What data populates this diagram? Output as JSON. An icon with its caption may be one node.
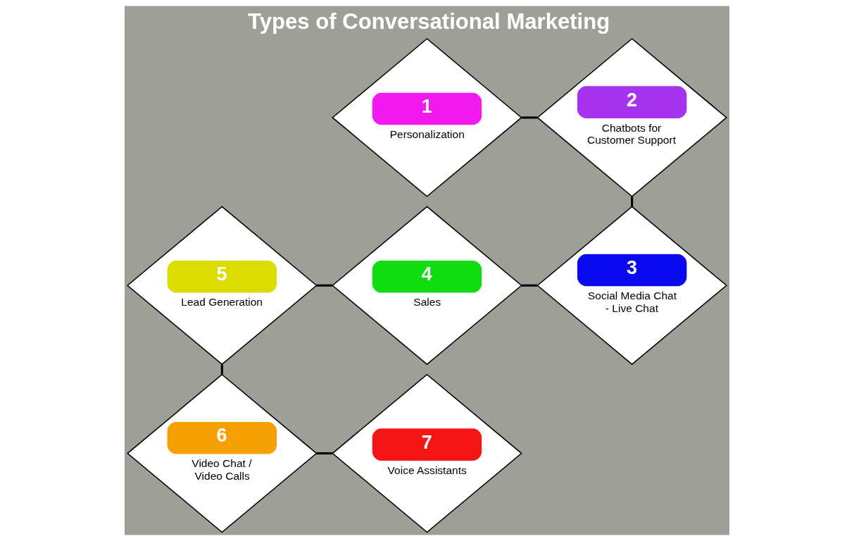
{
  "diagram": {
    "title": "Types of Conversational Marketing",
    "nodes": [
      {
        "text": [
          "1",
          "Personalization"
        ]
      },
      {
        "text": [
          "2",
          "Chatbots for Customer Support"
        ]
      },
      {
        "text": [
          "5",
          "Lead Generation"
        ]
      },
      {
        "text": [
          "4",
          "Sales"
        ]
      },
      {
        "text": [
          "3",
          "Social Media Chat - Live Chat"
        ]
      },
      {
        "text": [
          "6",
          "Video Chat / Video Calls"
        ]
      },
      {
        "text": [
          "7",
          "Voice Assistants"
        ]
      }
    ],
    "edges": [
      {
        "from": 0,
        "to": 1,
        "arrow": "none"
      },
      {
        "from": 1,
        "to": 4,
        "arrow": "none"
      },
      {
        "from": 2,
        "to": 3,
        "arrow": "none"
      },
      {
        "from": 3,
        "to": 4,
        "arrow": "none"
      },
      {
        "from": 2,
        "to": 5,
        "arrow": "none"
      },
      {
        "from": 5,
        "to": 6,
        "arrow": "none"
      }
    ]
  }
}
